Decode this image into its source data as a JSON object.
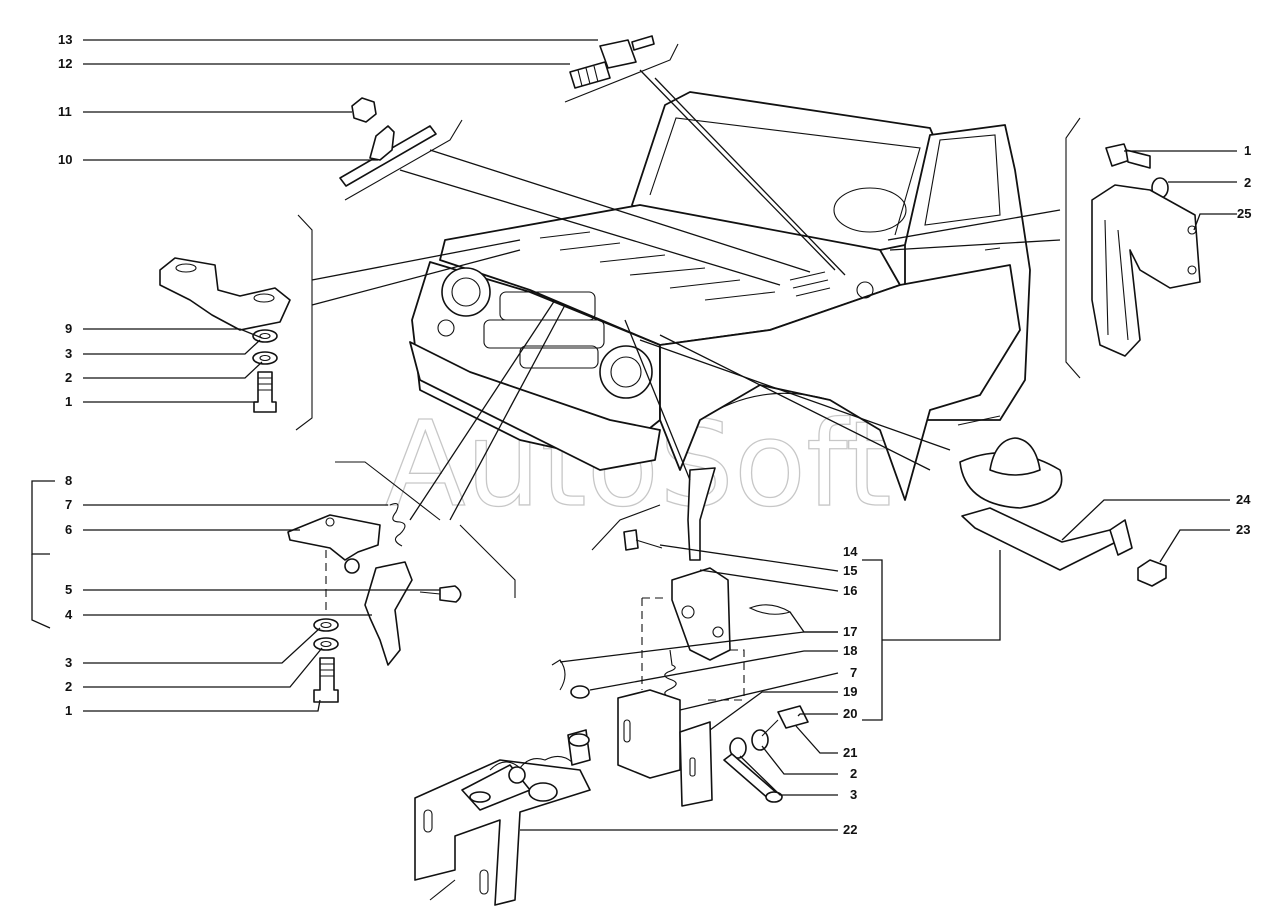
{
  "watermark": "AutoSoft",
  "labels_left": [
    "13",
    "12",
    "11",
    "10",
    "9",
    "3",
    "2",
    "1",
    "8",
    "7",
    "6",
    "5",
    "4",
    "3",
    "2",
    "1"
  ],
  "labels_right": [
    "1",
    "2",
    "25",
    "24",
    "23",
    "14",
    "15",
    "16",
    "17",
    "18",
    "7",
    "19",
    "20",
    "21",
    "2",
    "3",
    "22"
  ]
}
